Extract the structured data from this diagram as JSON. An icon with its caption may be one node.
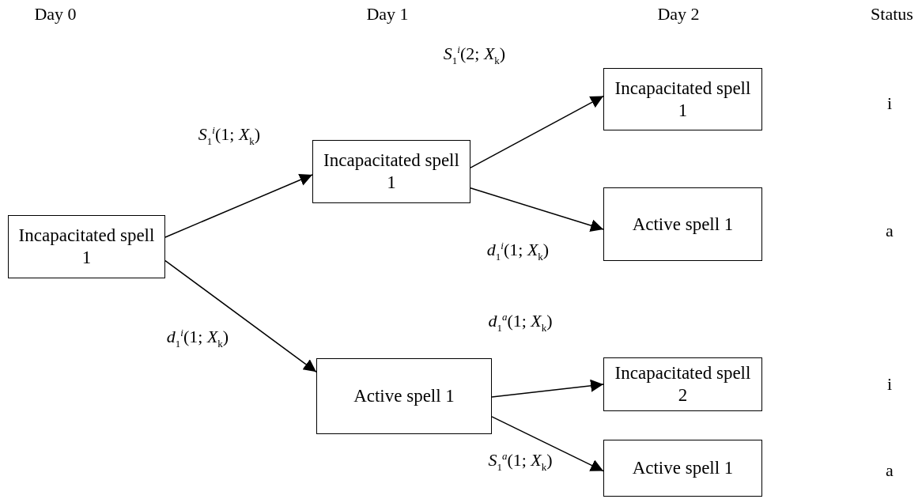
{
  "diagram": {
    "nodes": [
      {
        "text": [
          "Incapacitated spell 1"
        ]
      },
      {
        "text": [
          "Incapacitated spell 1"
        ]
      },
      {
        "text": [
          "Active spell 1"
        ]
      },
      {
        "text": [
          "Incapacitated spell 1"
        ]
      },
      {
        "text": [
          "Active spell 1"
        ]
      },
      {
        "text": [
          "Incapacitated spell 2"
        ]
      },
      {
        "text": [
          "Active spell 1"
        ]
      }
    ],
    "edges": [
      {
        "from": 0,
        "to": 1,
        "arrow": "to",
        "label": "*S*$_{1}$$^{i}$(1; *X*$_{k}$)"
      },
      {
        "from": 0,
        "to": 2,
        "arrow": "to",
        "label": "*d*$_{1}$$^{i}$(1; *X*$_{k}$)"
      },
      {
        "from": 1,
        "to": 3,
        "arrow": "to",
        "label": "*S*$_{1}$$^{i}$(2; *X*$_{k}$)"
      },
      {
        "from": 1,
        "to": 4,
        "arrow": "to",
        "label": "*d*$_{1}$$^{i}$(1; *X*$_{k}$)"
      },
      {
        "from": 2,
        "to": 5,
        "arrow": "to",
        "label": "*d*$_{1}$$^{a}$(1; *X*$_{k}$)"
      },
      {
        "from": 2,
        "to": 6,
        "arrow": "to",
        "label": "*S*$_{1}$$^{a}$(1; *X*$_{k}$)"
      }
    ],
    "labels": [
      "Day 0",
      "Day 1",
      "Day 2",
      "Status",
      "i",
      "a",
      "i",
      "a"
    ]
  }
}
